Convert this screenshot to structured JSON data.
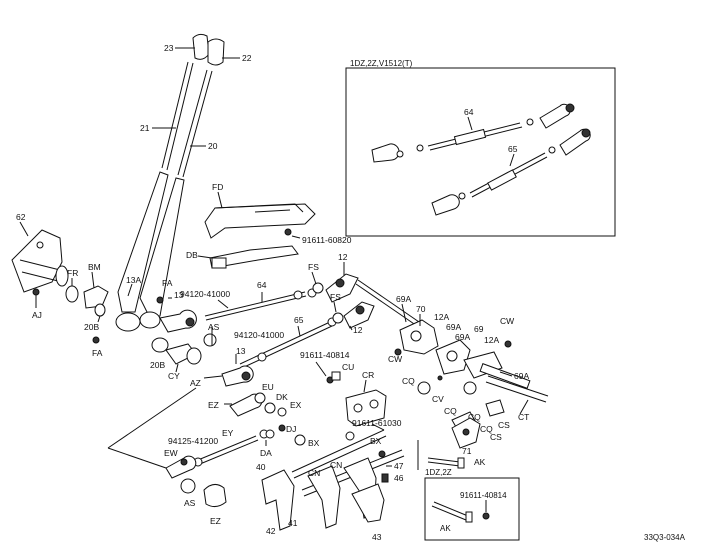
{
  "inset_main": {
    "title": "1DZ,2Z,V1512(T)",
    "labels": {
      "l64": "64",
      "l65": "65"
    }
  },
  "inset_small": {
    "title": "1DZ,2Z",
    "labels": {
      "l91611_40814": "91611-40814",
      "lAK": "AK"
    }
  },
  "footer_code": "33Q3-034A",
  "labels": {
    "l23": "23",
    "l22": "22",
    "l21": "21",
    "l20": "20",
    "l62": "62",
    "lFR": "FR",
    "lBM": "BM",
    "l13A": "13A",
    "lFA1": "FA",
    "l13a": "13",
    "l20B1": "20B",
    "lFA2": "FA",
    "l20B2": "20B",
    "lCY": "CY",
    "lAJ": "AJ",
    "lFD": "FD",
    "l91611_60820": "91611-60820",
    "lDB": "DB",
    "l94120_a": "94120-41000",
    "l64": "64",
    "lFS1": "FS",
    "l12a": "12",
    "lFS2": "FS",
    "l12b": "12",
    "lAS1": "AS",
    "l94120_b": "94120-41000",
    "l65": "65",
    "l13b": "13",
    "lAZ": "AZ",
    "l69A1": "69A",
    "l70": "70",
    "l12A1": "12A",
    "l69A2": "69A",
    "l69A3": "69A",
    "l69": "69",
    "lCW1": "CW",
    "l12A2": "12A",
    "lCW2": "CW",
    "lCQ1": "CQ",
    "l69A4": "69A",
    "lCV": "CV",
    "lCQ2": "CQ",
    "lCQ3": "CQ",
    "lCQ4": "CQ",
    "lCS1": "CS",
    "lCS2": "CS",
    "lCT": "CT",
    "l91611_40814": "91611-40814",
    "lCU": "CU",
    "lCR": "CR",
    "lEU": "EU",
    "lDK": "DK",
    "lEZ1": "EZ",
    "lEX": "EX",
    "lDJ": "DJ",
    "l91611_61030": "91611-61030",
    "l94125": "94125-41200",
    "lEY": "EY",
    "lBX1": "BX",
    "lBX2": "BX",
    "lDA": "DA",
    "lEW": "EW",
    "l71": "71",
    "lAK": "AK",
    "l40": "40",
    "lCN1": "CN",
    "lCN2": "CN",
    "l47": "47",
    "l46": "46",
    "lAS2": "AS",
    "lEZ2": "EZ",
    "l42": "42",
    "l41": "41",
    "l43": "43"
  }
}
